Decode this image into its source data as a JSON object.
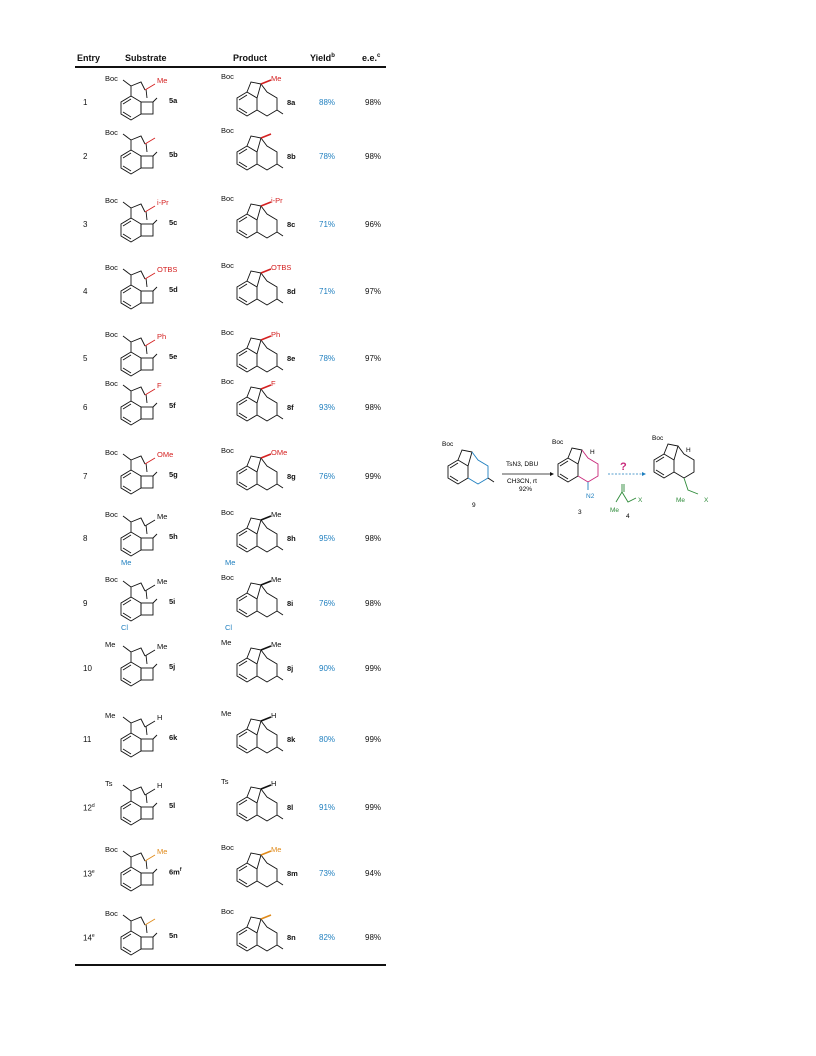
{
  "table": {
    "headers": {
      "entry": "Entry",
      "substrate": "Substrate",
      "product": "Product",
      "yield": "Yield",
      "yield_sup": "b",
      "ee": "e.e.",
      "ee_sup": "c"
    },
    "rows": [
      {
        "entry": "1",
        "sub": "5a",
        "prod": "8a",
        "r": "Me",
        "yield": "88%",
        "ee": "98%",
        "n": "Boc",
        "rcolor": "#d42020"
      },
      {
        "entry": "2",
        "sub": "5b",
        "prod": "8b",
        "r": "",
        "yield": "78%",
        "ee": "98%",
        "n": "Boc",
        "rcolor": "#d42020"
      },
      {
        "entry": "3",
        "sub": "5c",
        "prod": "8c",
        "r": "i-Pr",
        "yield": "71%",
        "ee": "96%",
        "n": "Boc",
        "rcolor": "#d42020"
      },
      {
        "entry": "4",
        "sub": "5d",
        "prod": "8d",
        "r": "OTBS",
        "yield": "71%",
        "ee": "97%",
        "n": "Boc",
        "rcolor": "#d42020"
      },
      {
        "entry": "5",
        "sub": "5e",
        "prod": "8e",
        "r": "Ph",
        "yield": "78%",
        "ee": "97%",
        "n": "Boc",
        "rcolor": "#d42020"
      },
      {
        "entry": "6",
        "sub": "5f",
        "prod": "8f",
        "r": "F",
        "yield": "93%",
        "ee": "98%",
        "n": "Boc",
        "rcolor": "#d42020"
      },
      {
        "entry": "7",
        "sub": "5g",
        "prod": "8g",
        "r": "OMe",
        "yield": "76%",
        "ee": "99%",
        "n": "Boc",
        "rcolor": "#d42020"
      },
      {
        "entry": "8",
        "sub": "5h",
        "prod": "8h",
        "r": "Me",
        "yield": "95%",
        "ee": "98%",
        "n": "Boc",
        "ring": "Me",
        "rcolor": "#111"
      },
      {
        "entry": "9",
        "sub": "5i",
        "prod": "8i",
        "r": "Me",
        "yield": "76%",
        "ee": "98%",
        "n": "Boc",
        "ring": "Cl",
        "rcolor": "#111"
      },
      {
        "entry": "10",
        "sub": "5j",
        "prod": "8j",
        "r": "Me",
        "yield": "90%",
        "ee": "99%",
        "n": "Me",
        "rcolor": "#111"
      },
      {
        "entry": "11",
        "sub": "6k",
        "prod": "8k",
        "r": "H",
        "yield": "80%",
        "ee": "99%",
        "n": "Me",
        "rcolor": "#111"
      },
      {
        "entry": "12",
        "entry_sup": "d",
        "sub": "5l",
        "prod": "8l",
        "r": "H",
        "yield": "91%",
        "ee": "99%",
        "n": "Ts",
        "rcolor": "#111"
      },
      {
        "entry": "13",
        "entry_sup": "e",
        "sub": "6m",
        "sub_sup": "f",
        "prod": "8m",
        "r": "Me",
        "yield": "73%",
        "ee": "94%",
        "n": "Boc",
        "rcolor": "#e08a1a"
      },
      {
        "entry": "14",
        "entry_sup": "e",
        "sub": "5n",
        "prod": "8n",
        "r": "",
        "yield": "82%",
        "ee": "98%",
        "n": "Boc",
        "rcolor": "#e08a1a"
      }
    ]
  },
  "scheme": {
    "start_label": "9",
    "start_n": "Boc",
    "reagent_top": "TsN3, DBU",
    "reagent_bottom": "CH3CN, rt",
    "reagent_yield": "92%",
    "mid_label": "3",
    "mid_n": "Boc",
    "mid_h": "H",
    "mid_n2": "N2",
    "reactant_label": "4",
    "reactant_me": "Me",
    "reactant_x": "X",
    "question": "?",
    "end_n": "Boc",
    "end_h": "H",
    "end_me": "Me",
    "end_x": "X",
    "colors": {
      "blue": "#1f7fbf",
      "red": "#d42020",
      "green": "#2e8b3a",
      "magenta": "#c8287a",
      "orange": "#e08a1a"
    }
  }
}
